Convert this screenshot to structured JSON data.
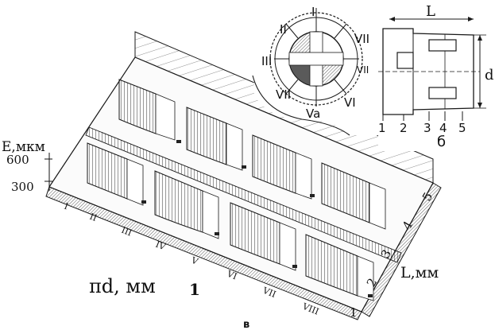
{
  "axes": {
    "e_label": "E,мкм",
    "e_ticks": [
      "600",
      "300"
    ],
    "l_label": "L,мм",
    "pid_label": "πd, мм",
    "pid_tick": "1",
    "l_ticks": [
      "1",
      "2",
      "3",
      "4",
      "5"
    ],
    "row_markers": [
      "I",
      "II",
      "III",
      "IV",
      "V",
      "VI",
      "VII",
      "VIII"
    ]
  },
  "ring_labels": {
    "top": "I",
    "upper_left": "II",
    "left": "III",
    "lower_left": "VII",
    "bottom": "Va",
    "lower_right": "VI",
    "right": "VII",
    "upper_right": "VII"
  },
  "inset_b": {
    "length_label": "L",
    "diameter_label": "d",
    "section_ticks": [
      "1",
      "2",
      "3",
      "4",
      "5"
    ],
    "panel_letter": "б"
  },
  "panel_letter": "в"
}
